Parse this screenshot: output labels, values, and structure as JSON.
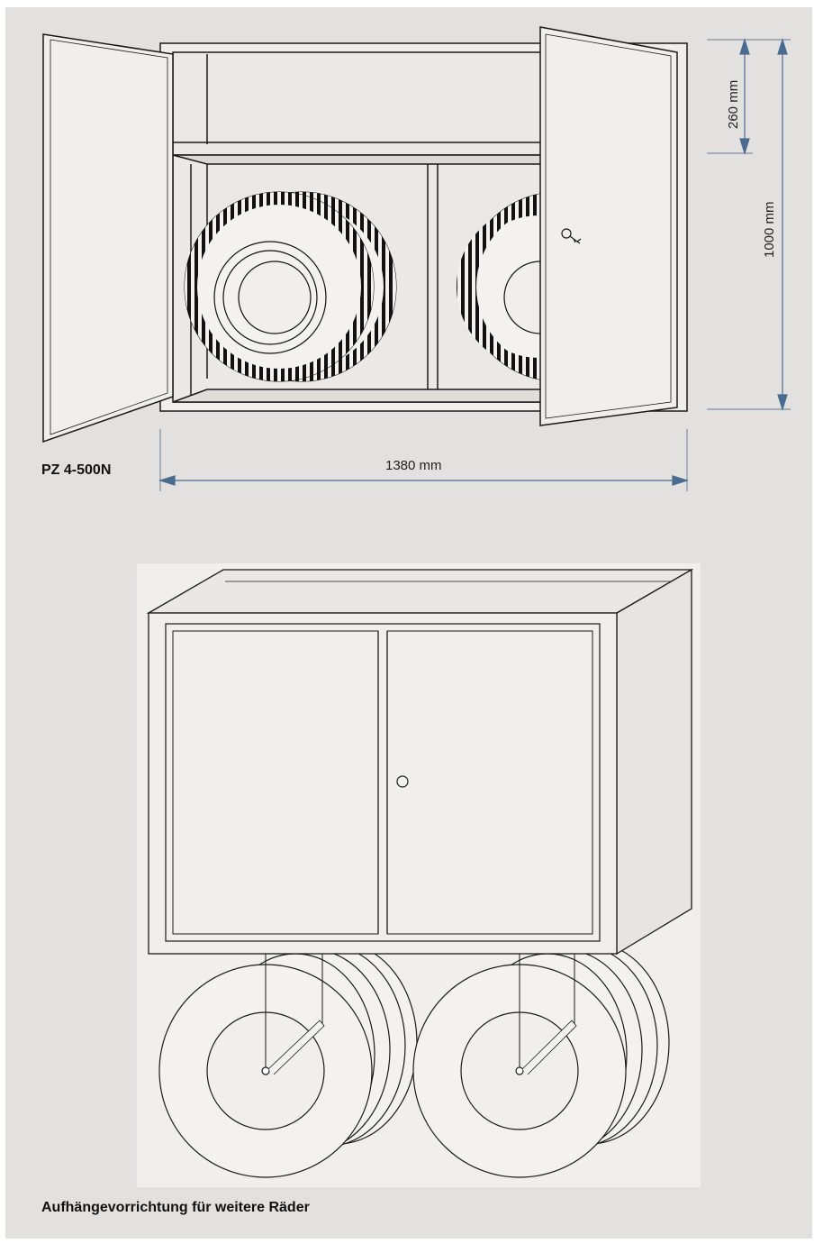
{
  "figure1": {
    "model_label": "PZ 4-500N",
    "dim_width": "1380 mm",
    "dim_height": "1000 mm",
    "dim_shelf": "260 mm"
  },
  "figure2": {
    "caption": "Aufhängevorrichtung für weitere Räder"
  },
  "colors": {
    "background": "#e3e1df",
    "line": "#1a1a1a",
    "dimension_arrow": "#4a6b8f",
    "paper": "#f1efec"
  }
}
